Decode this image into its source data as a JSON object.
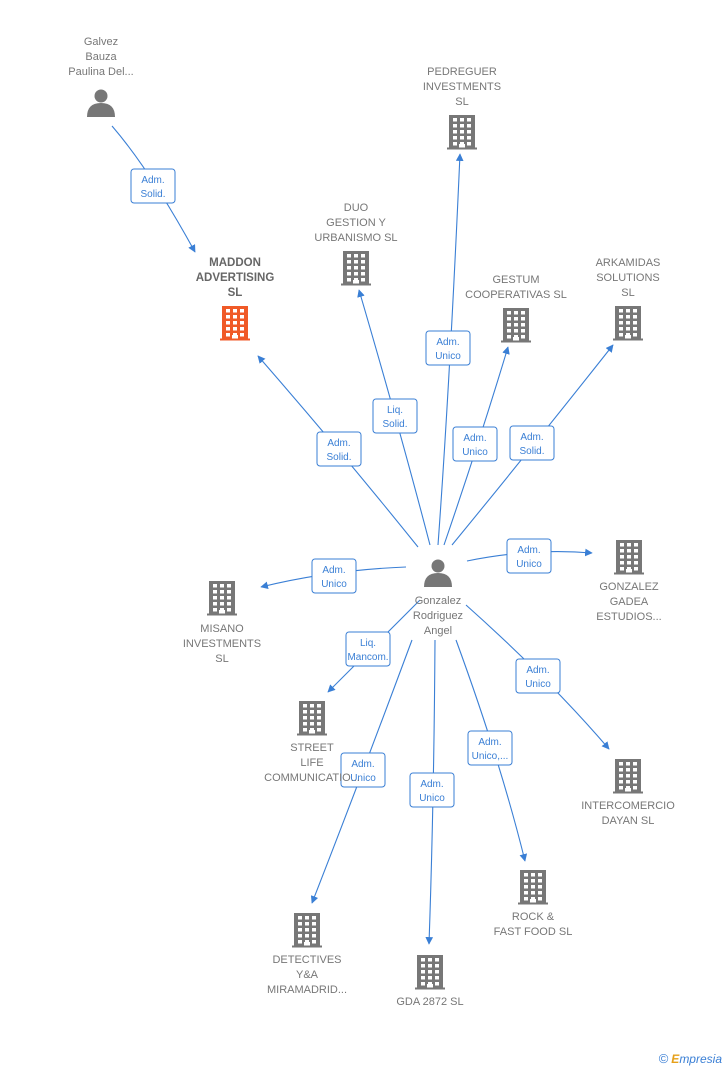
{
  "nodes": [
    {
      "id": "galvez",
      "type": "person",
      "label": [
        "Galvez",
        "Bauza",
        "Paulina Del..."
      ],
      "color": "#777777"
    },
    {
      "id": "gonzalez",
      "type": "person",
      "label": [
        "Gonzalez",
        "Rodriguez",
        "Angel"
      ],
      "color": "#777777"
    },
    {
      "id": "maddon",
      "type": "company",
      "label": [
        "MADDON",
        "ADVERTISING",
        "SL"
      ],
      "color": "#f05a28",
      "highlight": true
    },
    {
      "id": "pedreguer",
      "type": "company",
      "label": [
        "PEDREGUER",
        "INVESTMENTS",
        "SL"
      ],
      "color": "#777777"
    },
    {
      "id": "duo",
      "type": "company",
      "label": [
        "DUO",
        "GESTION Y",
        "URBANISMO SL"
      ],
      "color": "#777777"
    },
    {
      "id": "gestum",
      "type": "company",
      "label": [
        "GESTUM",
        "COOPERATIVAS SL"
      ],
      "color": "#777777"
    },
    {
      "id": "arkamidas",
      "type": "company",
      "label": [
        "ARKAMIDAS",
        "SOLUTIONS",
        "SL"
      ],
      "color": "#777777"
    },
    {
      "id": "gonzalez_gadea",
      "type": "company",
      "label": [
        "GONZALEZ",
        "GADEA",
        "ESTUDIOS..."
      ],
      "color": "#777777"
    },
    {
      "id": "misano",
      "type": "company",
      "label": [
        "MISANO",
        "INVESTMENTS",
        "SL"
      ],
      "color": "#777777"
    },
    {
      "id": "street",
      "type": "company",
      "label": [
        "STREET",
        "LIFE",
        "COMMUNICATIO..."
      ],
      "color": "#777777"
    },
    {
      "id": "intercomercio",
      "type": "company",
      "label": [
        "INTERCOMERCIO",
        "DAYAN SL"
      ],
      "color": "#777777"
    },
    {
      "id": "rock",
      "type": "company",
      "label": [
        "ROCK &",
        "FAST FOOD SL"
      ],
      "color": "#777777"
    },
    {
      "id": "detectives",
      "type": "company",
      "label": [
        "DETECTIVES",
        "Y&A",
        "MIRAMADRID..."
      ],
      "color": "#777777"
    },
    {
      "id": "gda",
      "type": "company",
      "label": [
        "GDA 2872  SL"
      ],
      "color": "#777777"
    }
  ],
  "edges": [
    {
      "from": "galvez",
      "to": "maddon",
      "label": [
        "Adm.",
        "Solid."
      ]
    },
    {
      "from": "gonzalez",
      "to": "maddon",
      "label": [
        "Adm.",
        "Solid."
      ]
    },
    {
      "from": "gonzalez",
      "to": "duo",
      "label": [
        "Liq.",
        "Solid."
      ]
    },
    {
      "from": "gonzalez",
      "to": "pedreguer",
      "label": [
        "Adm.",
        "Unico"
      ]
    },
    {
      "from": "gonzalez",
      "to": "gestum",
      "label": [
        "Adm.",
        "Unico"
      ]
    },
    {
      "from": "gonzalez",
      "to": "arkamidas",
      "label": [
        "Adm.",
        "Solid."
      ]
    },
    {
      "from": "gonzalez",
      "to": "gonzalez_gadea",
      "label": [
        "Adm.",
        "Unico"
      ]
    },
    {
      "from": "gonzalez",
      "to": "misano",
      "label": [
        "Adm.",
        "Unico"
      ]
    },
    {
      "from": "gonzalez",
      "to": "street",
      "label": [
        "Liq.",
        "Mancom."
      ]
    },
    {
      "from": "gonzalez",
      "to": "intercomercio",
      "label": [
        "Adm.",
        "Unico"
      ]
    },
    {
      "from": "gonzalez",
      "to": "rock",
      "label": [
        "Adm.",
        "Unico,..."
      ]
    },
    {
      "from": "gonzalez",
      "to": "gda",
      "label": [
        "Adm.",
        "Unico"
      ]
    },
    {
      "from": "gonzalez",
      "to": "detectives",
      "label": [
        "Adm.",
        "Unico"
      ]
    }
  ],
  "colors": {
    "edge": "#3a7fd5",
    "node": "#777777",
    "highlight": "#f05a28"
  },
  "footer": {
    "copyright": "©",
    "brand_initial": "E",
    "brand_rest": "mpresia"
  }
}
